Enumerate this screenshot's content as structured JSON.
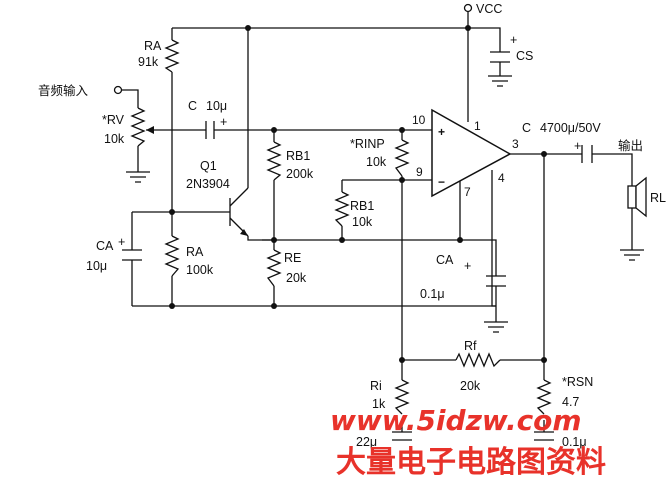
{
  "supply": {
    "vcc": "VCC"
  },
  "input": {
    "label": "音频输入"
  },
  "output": {
    "label": "输出"
  },
  "components": {
    "ra_top": {
      "name": "RA",
      "value": "91k"
    },
    "rv": {
      "name": "*RV",
      "value": "10k"
    },
    "c_in": {
      "name": "C",
      "value": "10μ",
      "pol": "+"
    },
    "q1": {
      "name": "Q1",
      "part": "2N3904"
    },
    "rb1_top": {
      "name": "RB1",
      "value": "200k"
    },
    "rinp": {
      "name": "*RINP",
      "value": "10k"
    },
    "rb1_mid": {
      "name": "RB1",
      "value": "10k"
    },
    "ca_left": {
      "name": "CA",
      "value": "10μ",
      "pol": "+"
    },
    "ra_bottom": {
      "name": "RA",
      "value": "100k"
    },
    "re": {
      "name": "RE",
      "value": "20k"
    },
    "ca_mid": {
      "name": "CA",
      "value": "0.1μ",
      "pol": "+"
    },
    "cs": {
      "name": "CS",
      "pol": "+"
    },
    "c_out": {
      "name": "C",
      "value": "4700μ/50V",
      "pol": "+"
    },
    "rl": {
      "name": "RL"
    },
    "rf": {
      "name": "Rf",
      "value": "20k"
    },
    "ri": {
      "name": "Ri",
      "value": "1k"
    },
    "ci": {
      "value": "22μ"
    },
    "rsn": {
      "name": "*RSN",
      "value": "4.7"
    },
    "csn": {
      "value": "0.1μ"
    }
  },
  "opamp": {
    "plus": "+",
    "minus": "−",
    "pins": {
      "p10": "10",
      "p1": "1",
      "p9": "9",
      "p3": "3",
      "p4": "4",
      "p7": "7"
    }
  },
  "watermark": {
    "url": "www.5idzw.com",
    "title": "大量电子电路图资料"
  }
}
